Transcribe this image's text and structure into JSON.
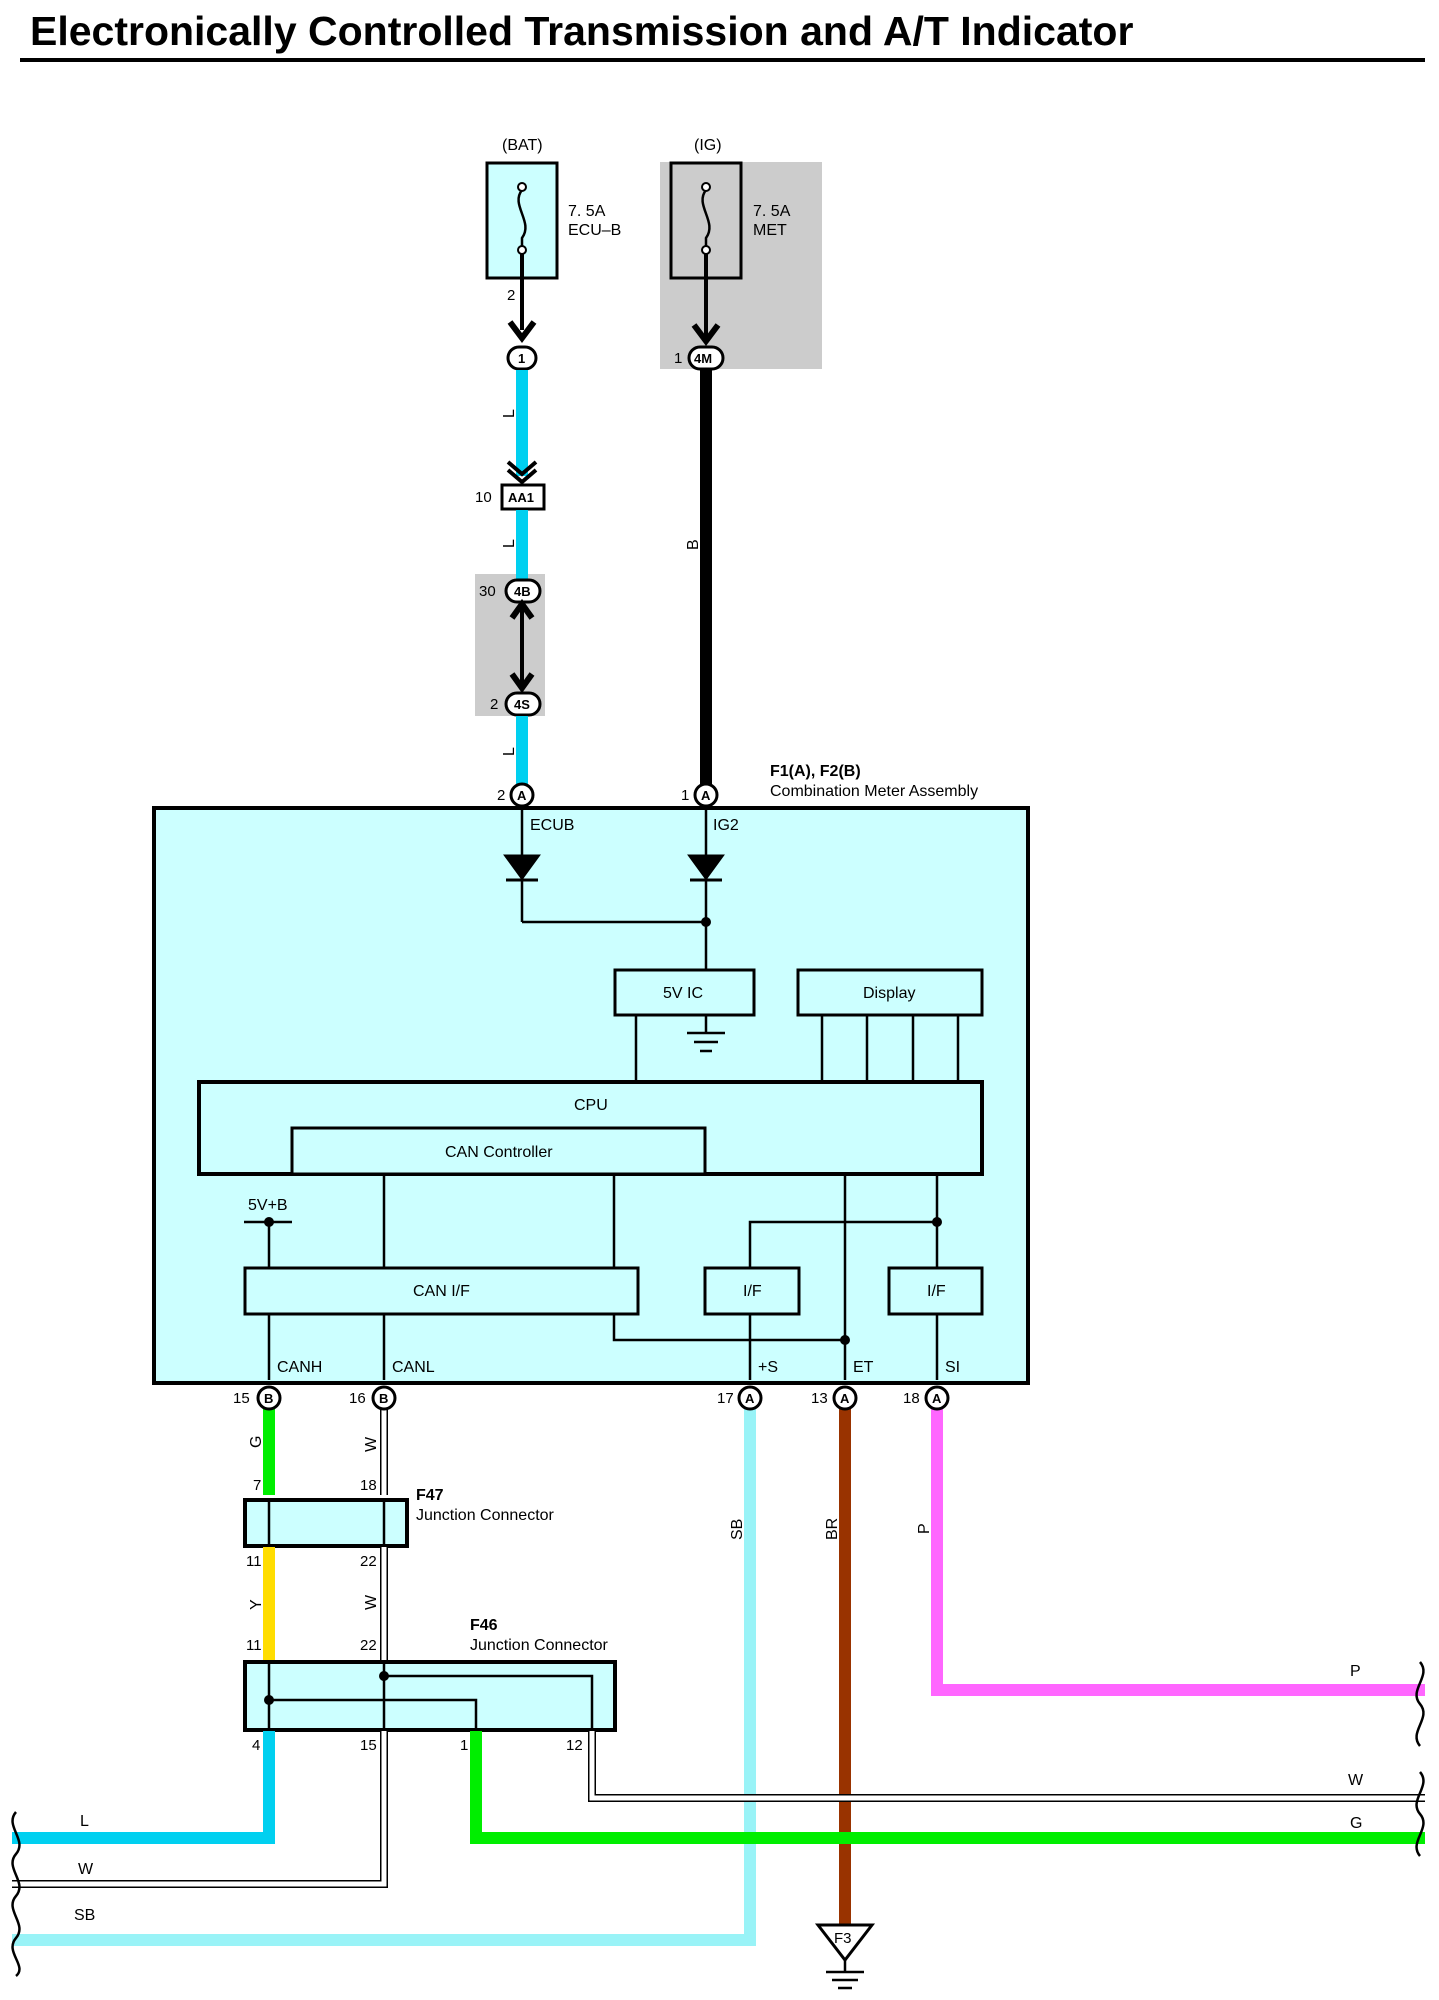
{
  "title": "Electronically Controlled Transmission and A/T Indicator",
  "colors": {
    "L": "#00d0f0",
    "B": "#000000",
    "G": "#00ee00",
    "Y": "#ffdd00",
    "SB": "#99f3f7",
    "BR": "#993300",
    "P": "#ff66ff",
    "W": "#ffffff",
    "box_fill": "#ccffff",
    "shade": "#cccccc"
  },
  "fuses": {
    "bat": {
      "source": "(BAT)",
      "rating": "7. 5A",
      "name": "ECU–B",
      "pin": "2"
    },
    "ig": {
      "source": "(IG)",
      "rating": "7. 5A",
      "name": "MET",
      "pin": "1",
      "connector": "4M"
    }
  },
  "inline_connectors": {
    "c1": {
      "label": "1"
    },
    "aa1": {
      "label": "AA1",
      "pin": "10"
    },
    "c4b": {
      "label": "4B",
      "pin": "30"
    },
    "c4s": {
      "label": "4S",
      "pin": "2"
    }
  },
  "meter": {
    "code": "F1(A), F2(B)",
    "name": "Combination Meter Assembly",
    "pins_top": [
      {
        "num": "2",
        "conn": "A",
        "term": "ECUB"
      },
      {
        "num": "1",
        "conn": "A",
        "term": "IG2"
      }
    ],
    "blocks": {
      "ic": "5V IC",
      "display": "Display",
      "cpu": "CPU",
      "can_ctrl": "CAN Controller",
      "can_if": "CAN I/F",
      "if1": "I/F",
      "if2": "I/F",
      "vb": "5V+B"
    },
    "pins_bottom": [
      {
        "num": "15",
        "conn": "B",
        "term": "CANH"
      },
      {
        "num": "16",
        "conn": "B",
        "term": "CANL"
      },
      {
        "num": "17",
        "conn": "A",
        "term": "+S"
      },
      {
        "num": "13",
        "conn": "A",
        "term": "ET"
      },
      {
        "num": "18",
        "conn": "A",
        "term": "SI"
      }
    ]
  },
  "f47": {
    "code": "F47",
    "name": "Junction Connector",
    "pins": [
      "7",
      "18",
      "11",
      "22"
    ]
  },
  "f46": {
    "code": "F46",
    "name": "Junction Connector",
    "pins": [
      "11",
      "22",
      "4",
      "15",
      "1",
      "12"
    ]
  },
  "ground": {
    "label": "F3"
  },
  "wire_labels": {
    "l1": "L",
    "l2": "L",
    "l3": "L",
    "b": "B",
    "g": "G",
    "w1": "W",
    "y": "Y",
    "w2": "W",
    "sb": "SB",
    "br": "BR",
    "p": "P",
    "out_p": "P",
    "out_w": "W",
    "out_g": "G",
    "out_l": "L",
    "out_w2": "W",
    "out_sb": "SB"
  }
}
